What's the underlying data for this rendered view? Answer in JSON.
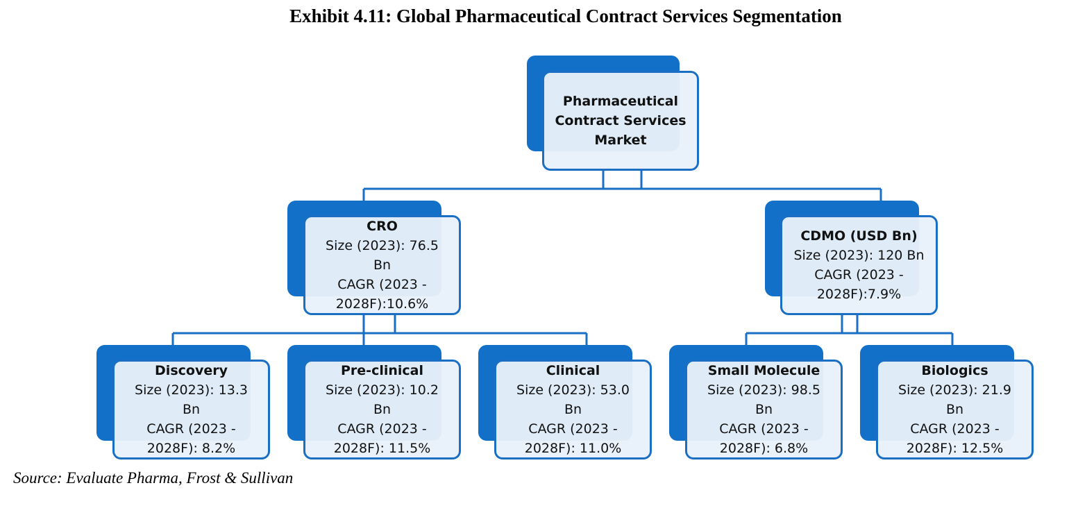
{
  "title": "Exhibit 4.11: Global Pharmaceutical Contract Services Segmentation",
  "source": "Source: Evaluate Pharma, Frost & Sullivan",
  "colors": {
    "box_back": "#1270c9",
    "box_border": "#1a6fc4",
    "box_fill": "#e8f1fa",
    "connector": "#1a6fc4"
  },
  "nodes": {
    "root": {
      "name": "Pharmaceutical Contract Services Market",
      "name_lines": [
        "Pharmaceutical",
        "Contract Services",
        "Market"
      ]
    },
    "cro": {
      "name": "CRO",
      "details": [
        "Size (2023): 76.5",
        "Bn",
        "CAGR (2023 -",
        "2028F):10.6%"
      ]
    },
    "cdmo": {
      "name": "CDMO (USD Bn)",
      "details": [
        "Size (2023): 120 Bn",
        "CAGR (2023 -",
        "2028F):7.9%"
      ]
    },
    "discovery": {
      "name": "Discovery",
      "details": [
        "Size (2023): 13.3",
        "Bn",
        "CAGR (2023 -",
        "2028F): 8.2%"
      ]
    },
    "preclinical": {
      "name": "Pre-clinical",
      "details": [
        "Size (2023): 10.2",
        "Bn",
        "CAGR (2023 -",
        "2028F): 11.5%"
      ]
    },
    "clinical": {
      "name": "Clinical",
      "details": [
        "Size (2023): 53.0",
        "Bn",
        "CAGR (2023 -",
        "2028F): 11.0%"
      ]
    },
    "smallmolecule": {
      "name": "Small Molecule",
      "details": [
        "Size (2023): 98.5",
        "Bn",
        "CAGR (2023 -",
        "2028F): 6.8%"
      ]
    },
    "biologics": {
      "name": "Biologics",
      "details": [
        "Size (2023): 21.9",
        "Bn",
        "CAGR (2023 -",
        "2028F): 12.5%"
      ]
    }
  }
}
